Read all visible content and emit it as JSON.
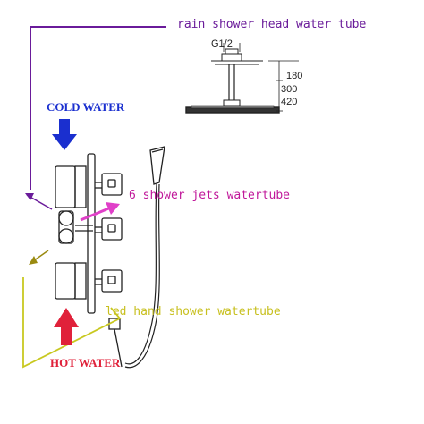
{
  "labels": {
    "rain_tube": "rain shower head water tube",
    "cold_water": "COLD WATER",
    "jets_tube": "6 shower jets watertube",
    "led_hand": "led hand shower watertube",
    "hot_water": "HOT WATER"
  },
  "dimensions": {
    "thread": "G1/2",
    "dims": [
      "180",
      "300",
      "420"
    ]
  },
  "colors": {
    "rain_line": "#6a1b9a",
    "cold_arrow": "#1a2fcf",
    "hot_arrow": "#e0213a",
    "jets_text": "#c0189a",
    "jets_arrow": "#e040c8",
    "led_line": "#c8c820",
    "led_text": "#c8c020",
    "drawing": "#222222"
  }
}
